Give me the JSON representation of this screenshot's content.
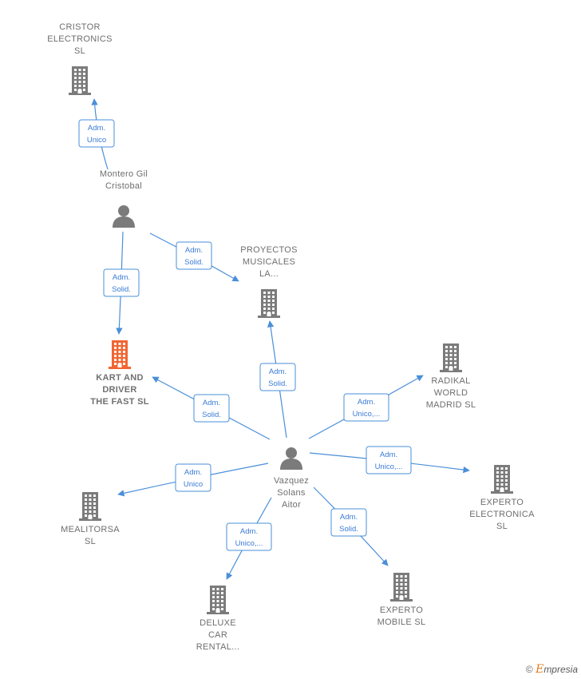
{
  "colors": {
    "edge": "#4a8fd9",
    "building": "#7b7b7b",
    "building_main": "#f26532",
    "person": "#7b7b7b",
    "edge_label_border": "#4a8fd9",
    "edge_label_text": "#3a7bd5"
  },
  "nodes": [
    {
      "id": "cristor",
      "type": "company",
      "lines": [
        "CRISTOR",
        "ELECTRONICS",
        "SL"
      ]
    },
    {
      "id": "montero",
      "type": "person",
      "lines": [
        "Montero Gil",
        "Cristobal"
      ]
    },
    {
      "id": "proyectos",
      "type": "company",
      "lines": [
        "PROYECTOS",
        "MUSICALES",
        "LA..."
      ]
    },
    {
      "id": "kart",
      "type": "company",
      "main": true,
      "lines": [
        "KART AND",
        "DRIVER",
        "THE FAST  SL"
      ]
    },
    {
      "id": "radikal",
      "type": "company",
      "lines": [
        "RADIKAL",
        "WORLD",
        "MADRID  SL"
      ]
    },
    {
      "id": "vazquez",
      "type": "person",
      "lines": [
        "Vazquez",
        "Solans",
        "Aitor"
      ]
    },
    {
      "id": "expelec",
      "type": "company",
      "lines": [
        "EXPERTO",
        "ELECTRONICA",
        "SL"
      ]
    },
    {
      "id": "mealitorsa",
      "type": "company",
      "lines": [
        "MEALITORSA",
        "SL"
      ]
    },
    {
      "id": "deluxe",
      "type": "company",
      "lines": [
        "DELUXE",
        "CAR",
        "RENTAL..."
      ]
    },
    {
      "id": "expmob",
      "type": "company",
      "lines": [
        "EXPERTO",
        "MOBILE  SL"
      ]
    }
  ],
  "edges": [
    {
      "from": "montero",
      "to": "cristor",
      "label": [
        "Adm.",
        "Unico"
      ]
    },
    {
      "from": "montero",
      "to": "kart",
      "label": [
        "Adm.",
        "Solid."
      ]
    },
    {
      "from": "montero",
      "to": "proyectos",
      "label": [
        "Adm.",
        "Solid."
      ]
    },
    {
      "from": "vazquez",
      "to": "proyectos",
      "label": [
        "Adm.",
        "Solid."
      ]
    },
    {
      "from": "vazquez",
      "to": "kart",
      "label": [
        "Adm.",
        "Solid."
      ]
    },
    {
      "from": "vazquez",
      "to": "radikal",
      "label": [
        "Adm.",
        "Unico,..."
      ]
    },
    {
      "from": "vazquez",
      "to": "expelec",
      "label": [
        "Adm.",
        "Unico,..."
      ]
    },
    {
      "from": "vazquez",
      "to": "mealitorsa",
      "label": [
        "Adm.",
        "Unico"
      ]
    },
    {
      "from": "vazquez",
      "to": "deluxe",
      "label": [
        "Adm.",
        "Unico,..."
      ]
    },
    {
      "from": "vazquez",
      "to": "expmob",
      "label": [
        "Adm.",
        "Solid."
      ]
    }
  ],
  "watermark": {
    "copyright": "©",
    "brand_initial": "E",
    "brand_rest": "mpresia"
  }
}
